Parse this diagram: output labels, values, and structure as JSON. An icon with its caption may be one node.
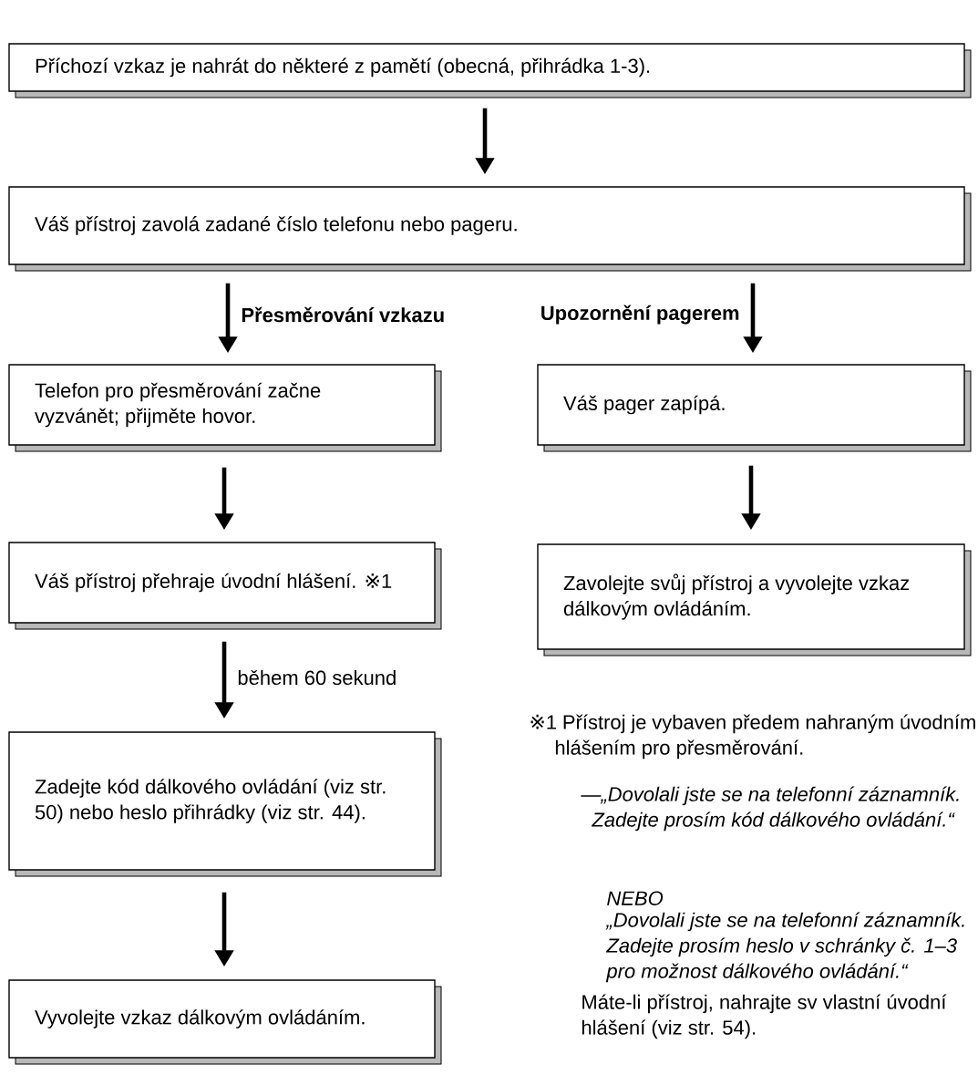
{
  "diagram": {
    "nodes": [
      {
        "text": [
          "Příchozí vzkaz je nahrát do některé z pamětí (obecná, přihrádka 1-3)."
        ]
      },
      {
        "text": [
          "Váš přístroj zavolá zadané číslo telefonu nebo pageru."
        ]
      },
      {
        "text": [
          "Telefon pro přesměrování začne vyzvánět; přijměte hovor."
        ]
      },
      {
        "text": [
          "Váš pager zapípá."
        ]
      },
      {
        "text": [
          "Váš přístroj přehraje úvodní hlášení. ※1"
        ]
      },
      {
        "text": [
          "Zavolejte svůj přístroj a vyvolejte vzkaz dálkovým ovládáním."
        ]
      },
      {
        "text": [
          "Zadejte kód dálkového ovládání (viz str. 50) nebo heslo přihrádky (viz str. 44)."
        ]
      },
      {
        "text": [
          "Vyvolejte vzkaz dálkovým ovládáním."
        ]
      }
    ],
    "edges": [
      {
        "from": 0,
        "to": 1,
        "arrow": "to"
      },
      {
        "from": 1,
        "to": 2,
        "arrow": "to",
        "label": "Přesměrování vzkazu"
      },
      {
        "from": 1,
        "to": 3,
        "arrow": "to",
        "label": "Upozornění pagerem"
      },
      {
        "from": 2,
        "to": 4,
        "arrow": "to"
      },
      {
        "from": 3,
        "to": 5,
        "arrow": "to"
      },
      {
        "from": 4,
        "to": 6,
        "arrow": "to",
        "label": "během 60 sekund"
      },
      {
        "from": 6,
        "to": 7,
        "arrow": "to"
      }
    ],
    "labels": [
      "※1 Přístroj je vybaven předem nahraným úvodním hlášením pro přesměrování.",
      "—„Dovolali jste se na telefonní záznamník. Zadejte prosím kód dálkového ovládání.“",
      "NEBO",
      "„Dovolali jste se na telefonní záznamník. Zadejte prosím heslo v schránky č. 1–3 pro možnost dálkového ovládání.“",
      "Máte-li přístroj, nahrajte sv vlastní úvodní hlášení (viz str. 54)."
    ]
  }
}
